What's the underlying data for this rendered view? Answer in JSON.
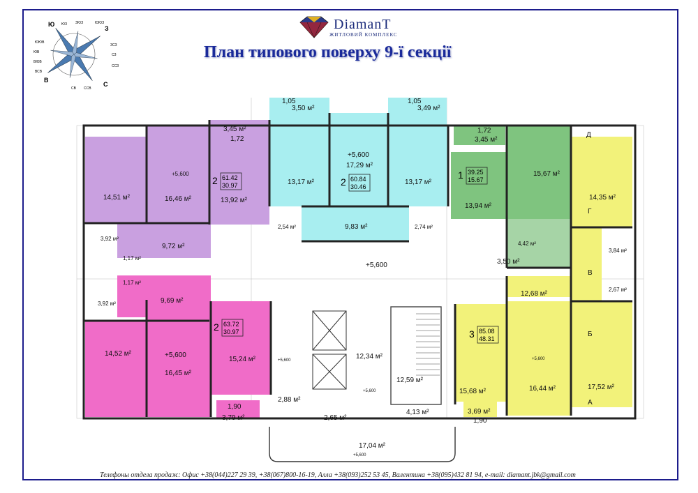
{
  "header": {
    "brand": "DiamanT",
    "brand_sub": "ЖИТЛОВИЙ КОМПЛЕКС",
    "title": "План типового поверху 9-ї секції"
  },
  "compass": {
    "directions": [
      "Ю",
      "З",
      "С",
      "В"
    ],
    "minor": [
      "ЮЗ",
      "ЗЮЗ",
      "ЗСЗ",
      "СЗ",
      "ССЗ",
      "ССВ",
      "СВ",
      "ВСВ",
      "ВЮВ",
      "ЮВ",
      "ЮЮВ",
      "ЮЮЗ"
    ]
  },
  "apartments": [
    {
      "id": "2-left-top",
      "rooms": "2",
      "total": "61.42",
      "living": "30.97",
      "color": "#c9a0e0"
    },
    {
      "id": "2-center",
      "rooms": "2",
      "total": "60.84",
      "living": "30.46",
      "color": "#a8eef0"
    },
    {
      "id": "1-right",
      "rooms": "1",
      "total": "39.25",
      "living": "15.67",
      "color": "#7fc47f"
    },
    {
      "id": "2-left-bottom",
      "rooms": "2",
      "total": "63.72",
      "living": "30.97",
      "color": "#f06cc8"
    },
    {
      "id": "3-right",
      "rooms": "3",
      "total": "85.08",
      "living": "48.31",
      "color": "#f2f27a"
    }
  ],
  "areas": {
    "a1": "3,45 м²",
    "a2": "1,72",
    "a3": "14,51 м²",
    "a4": "16,46 м²",
    "a5": "13,92 м²",
    "a6": "9,72 м²",
    "a7": "3,92 м²",
    "a8": "1,17 м²",
    "a9": "1,17 м²",
    "a10": "3,92 м²",
    "a11": "9,69 м²",
    "a12": "14,52 м²",
    "a13": "16,45 м²",
    "a14": "15,24 м²",
    "a15": "1,90",
    "a16": "3,79 м²",
    "a17": "1,05",
    "a18": "3,50 м²",
    "a19": "1,05",
    "a20": "3,49 м²",
    "a21": "13,17 м²",
    "a22": "17,29 м²",
    "a23": "13,17 м²",
    "a24": "9,83 м²",
    "a25": "2,54 м²",
    "a26": "2,74 м²",
    "a27": "1,72",
    "a28": "3,45 м²",
    "a29": "13,94 м²",
    "a30": "15,67 м²",
    "a31": "4,42 м²",
    "a32": "3,50 м²",
    "a33": "14,35 м²",
    "a34": "3,84 м²",
    "a35": "2,67 м²",
    "a36": "12,68 м²",
    "a37": "15,68 м²",
    "a38": "16,44 м²",
    "a39": "17,52 м²",
    "a40": "3,69 м²",
    "a41": "1,90",
    "a42": "12,34 м²",
    "a43": "12,59 м²",
    "a44": "2,88 м²",
    "a45": "2,65 м²",
    "a46": "4,13 м²",
    "a47": "17,04 м²"
  },
  "levels": {
    "l1": "+5,600",
    "l2": "+5,600",
    "l3": "+5,600",
    "l4": "+5,600",
    "l5": "+5,600",
    "l6": "+5,600",
    "l7": "+5,600",
    "l8": "+5,600"
  },
  "section_letters": [
    "Д",
    "Г",
    "В",
    "Б",
    "А"
  ],
  "footer": "Телефоны отдела продаж: Офис +38(044)227 29 39, +38(067)800-16-19, Алла +38(093)252 53 45, Валентина +38(095)432 81 94, e-mail: diamant.jbk@gmail.com"
}
